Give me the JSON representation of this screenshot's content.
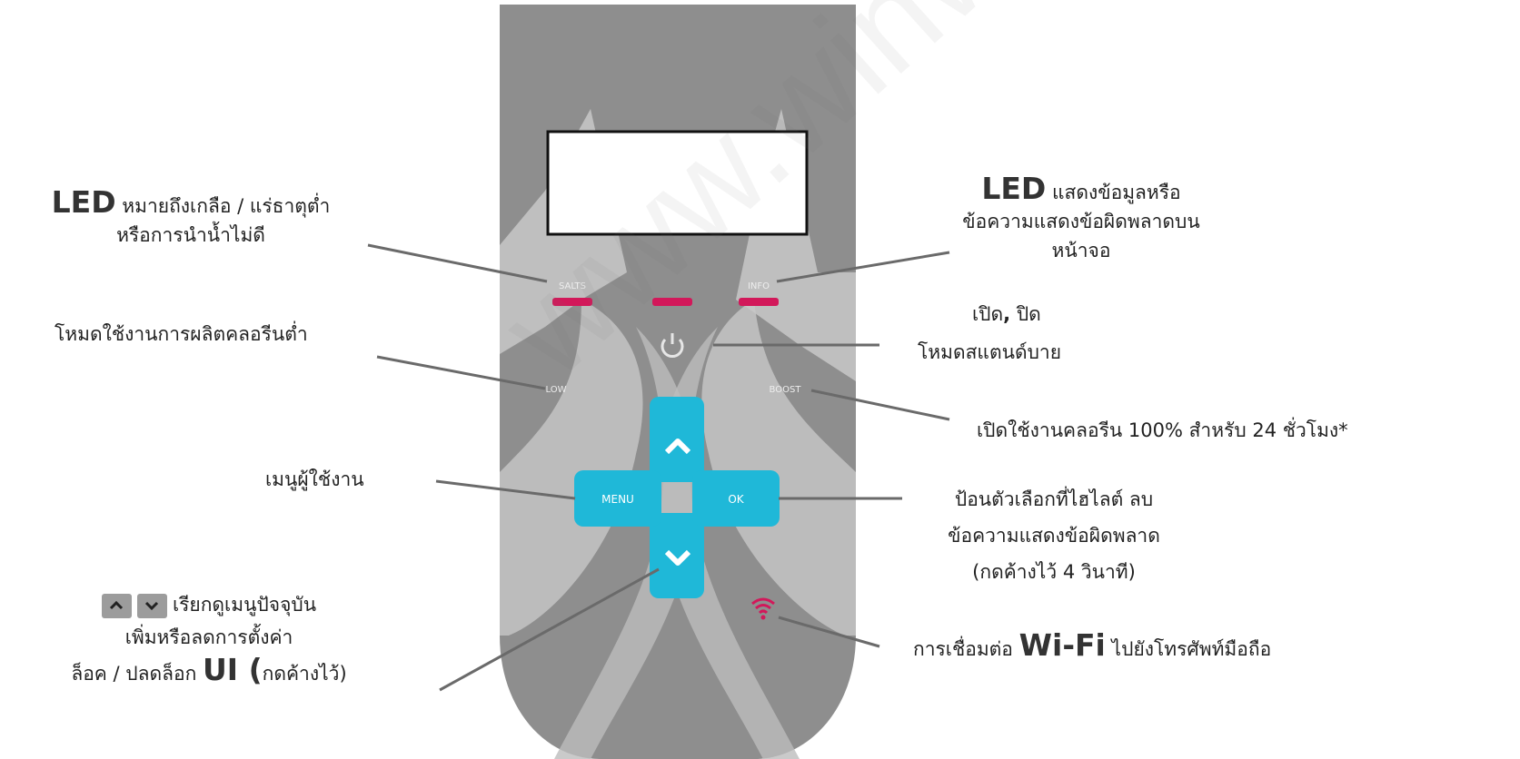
{
  "panel": {
    "salts_label": "SALTS",
    "info_label": "INFO",
    "low_label": "LOW",
    "boost_label": "BOOST",
    "menu_label": "MENU",
    "ok_label": "OK",
    "screen_color": "#ffffff",
    "led_color": "#d2185a",
    "button_color": "#1fb8d8",
    "body_color": "#8e8e8e",
    "accent_color": "#c8c8c8"
  },
  "labels": {
    "salts": {
      "bold": "LED",
      "text": " หมายถึงเกลือ / แร่ธาตุต่ำ",
      "line2": "หรือการนำน้ำไม่ดี"
    },
    "info": {
      "bold": "LED",
      "text": " แสดงข้อมูลหรือ",
      "line2": "ข้อความแสดงข้อผิดพลาดบนหน้าจอ"
    },
    "low": "โหมดใช้งานการผลิตคลอรีนต่ำ",
    "power": {
      "line1a": "เปิด",
      "line1sep": ",",
      "line1b": " ปิด",
      "line2": "โหมดสแตนด์บาย"
    },
    "boost": "เปิดใช้งานคลอรีน 100% สำหรับ 24 ชั่วโมง*",
    "menu": "เมนูผู้ใช้งาน",
    "ok": {
      "line1": "ป้อนตัวเลือกที่ไฮไลต์ ลบ",
      "line2": "ข้อความแสดงข้อผิดพลาด",
      "line3": "(กดค้างไว้ 4 วินาที)"
    },
    "arrows": {
      "line1": "เรียกดูเมนูปัจจุบัน",
      "line2": "เพิ่มหรือลดการตั้งค่า",
      "line3a": "ล็อค / ปลดล็อก ",
      "line3b": "UI (",
      "line3c": "กดค้างไว้)"
    },
    "wifi": {
      "text_a": "การเชื่อมต่อ ",
      "bold": "Wi-Fi",
      "text_b": " ไปยังโทรศัพท์มือถือ"
    }
  }
}
